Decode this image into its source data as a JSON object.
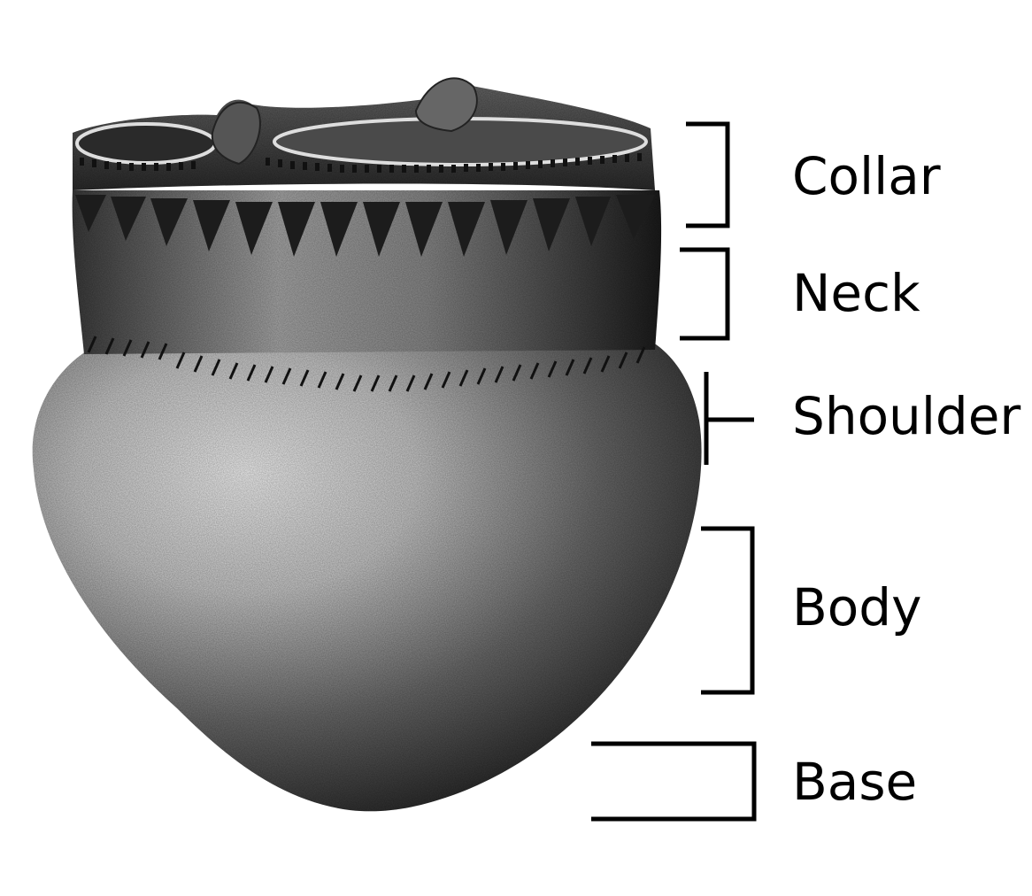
{
  "labels": {
    "collar": "Collar",
    "neck": "Neck",
    "shoulder": "Shoulder",
    "body": "Body",
    "base": "Base"
  },
  "colors": {
    "background": "#ffffff",
    "ink": "#000000",
    "pot_light": "#f2f2f2",
    "pot_dark": "#141414"
  }
}
